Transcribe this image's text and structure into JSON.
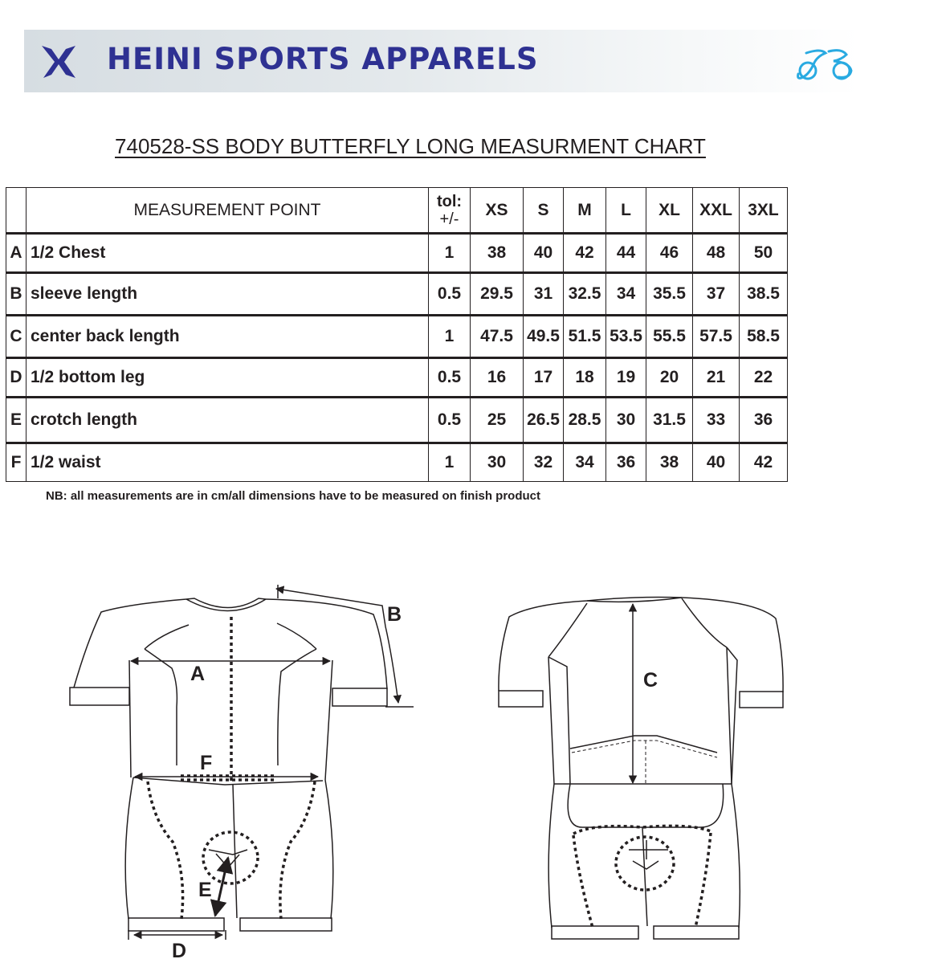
{
  "brand": {
    "name": "HEINI SPORTS APPARELS",
    "colors": {
      "brand_blue": "#2e3192",
      "accent_cyan": "#29aae1"
    }
  },
  "chart_title": "740528-SS BODY BUTTERFLY LONG MEASURMENT CHART",
  "table": {
    "header": {
      "point": "MEASUREMENT POINT",
      "tol_line1": "tol:",
      "tol_line2": "+/-",
      "sizes": [
        "XS",
        "S",
        "M",
        "L",
        "XL",
        "XXL",
        "3XL"
      ]
    },
    "rows": [
      {
        "letter": "A",
        "point": "1/2 Chest",
        "tol": "1",
        "values": [
          "38",
          "40",
          "42",
          "44",
          "46",
          "48",
          "50"
        ]
      },
      {
        "letter": "B",
        "point": "sleeve length",
        "tol": "0.5",
        "values": [
          "29.5",
          "31",
          "32.5",
          "34",
          "35.5",
          "37",
          "38.5"
        ]
      },
      {
        "letter": "C",
        "point": "center back length",
        "tol": "1",
        "values": [
          "47.5",
          "49.5",
          "51.5",
          "53.5",
          "55.5",
          "57.5",
          "58.5"
        ]
      },
      {
        "letter": "D",
        "point": "1/2 bottom leg",
        "tol": "0.5",
        "values": [
          "16",
          "17",
          "18",
          "19",
          "20",
          "21",
          "22"
        ]
      },
      {
        "letter": "E",
        "point": "crotch length",
        "tol": "0.5",
        "values": [
          "25",
          "26.5",
          "28.5",
          "30",
          "31.5",
          "33",
          "36"
        ]
      },
      {
        "letter": "F",
        "point": "1/2 waist",
        "tol": "1",
        "values": [
          "30",
          "32",
          "34",
          "36",
          "38",
          "40",
          "42"
        ]
      }
    ]
  },
  "note": "NB:  all measurements are in cm/all dimensions have to be measured on finish product",
  "diagram_labels": {
    "a": "A",
    "b": "B",
    "c": "C",
    "d": "D",
    "e": "E",
    "f": "F"
  }
}
